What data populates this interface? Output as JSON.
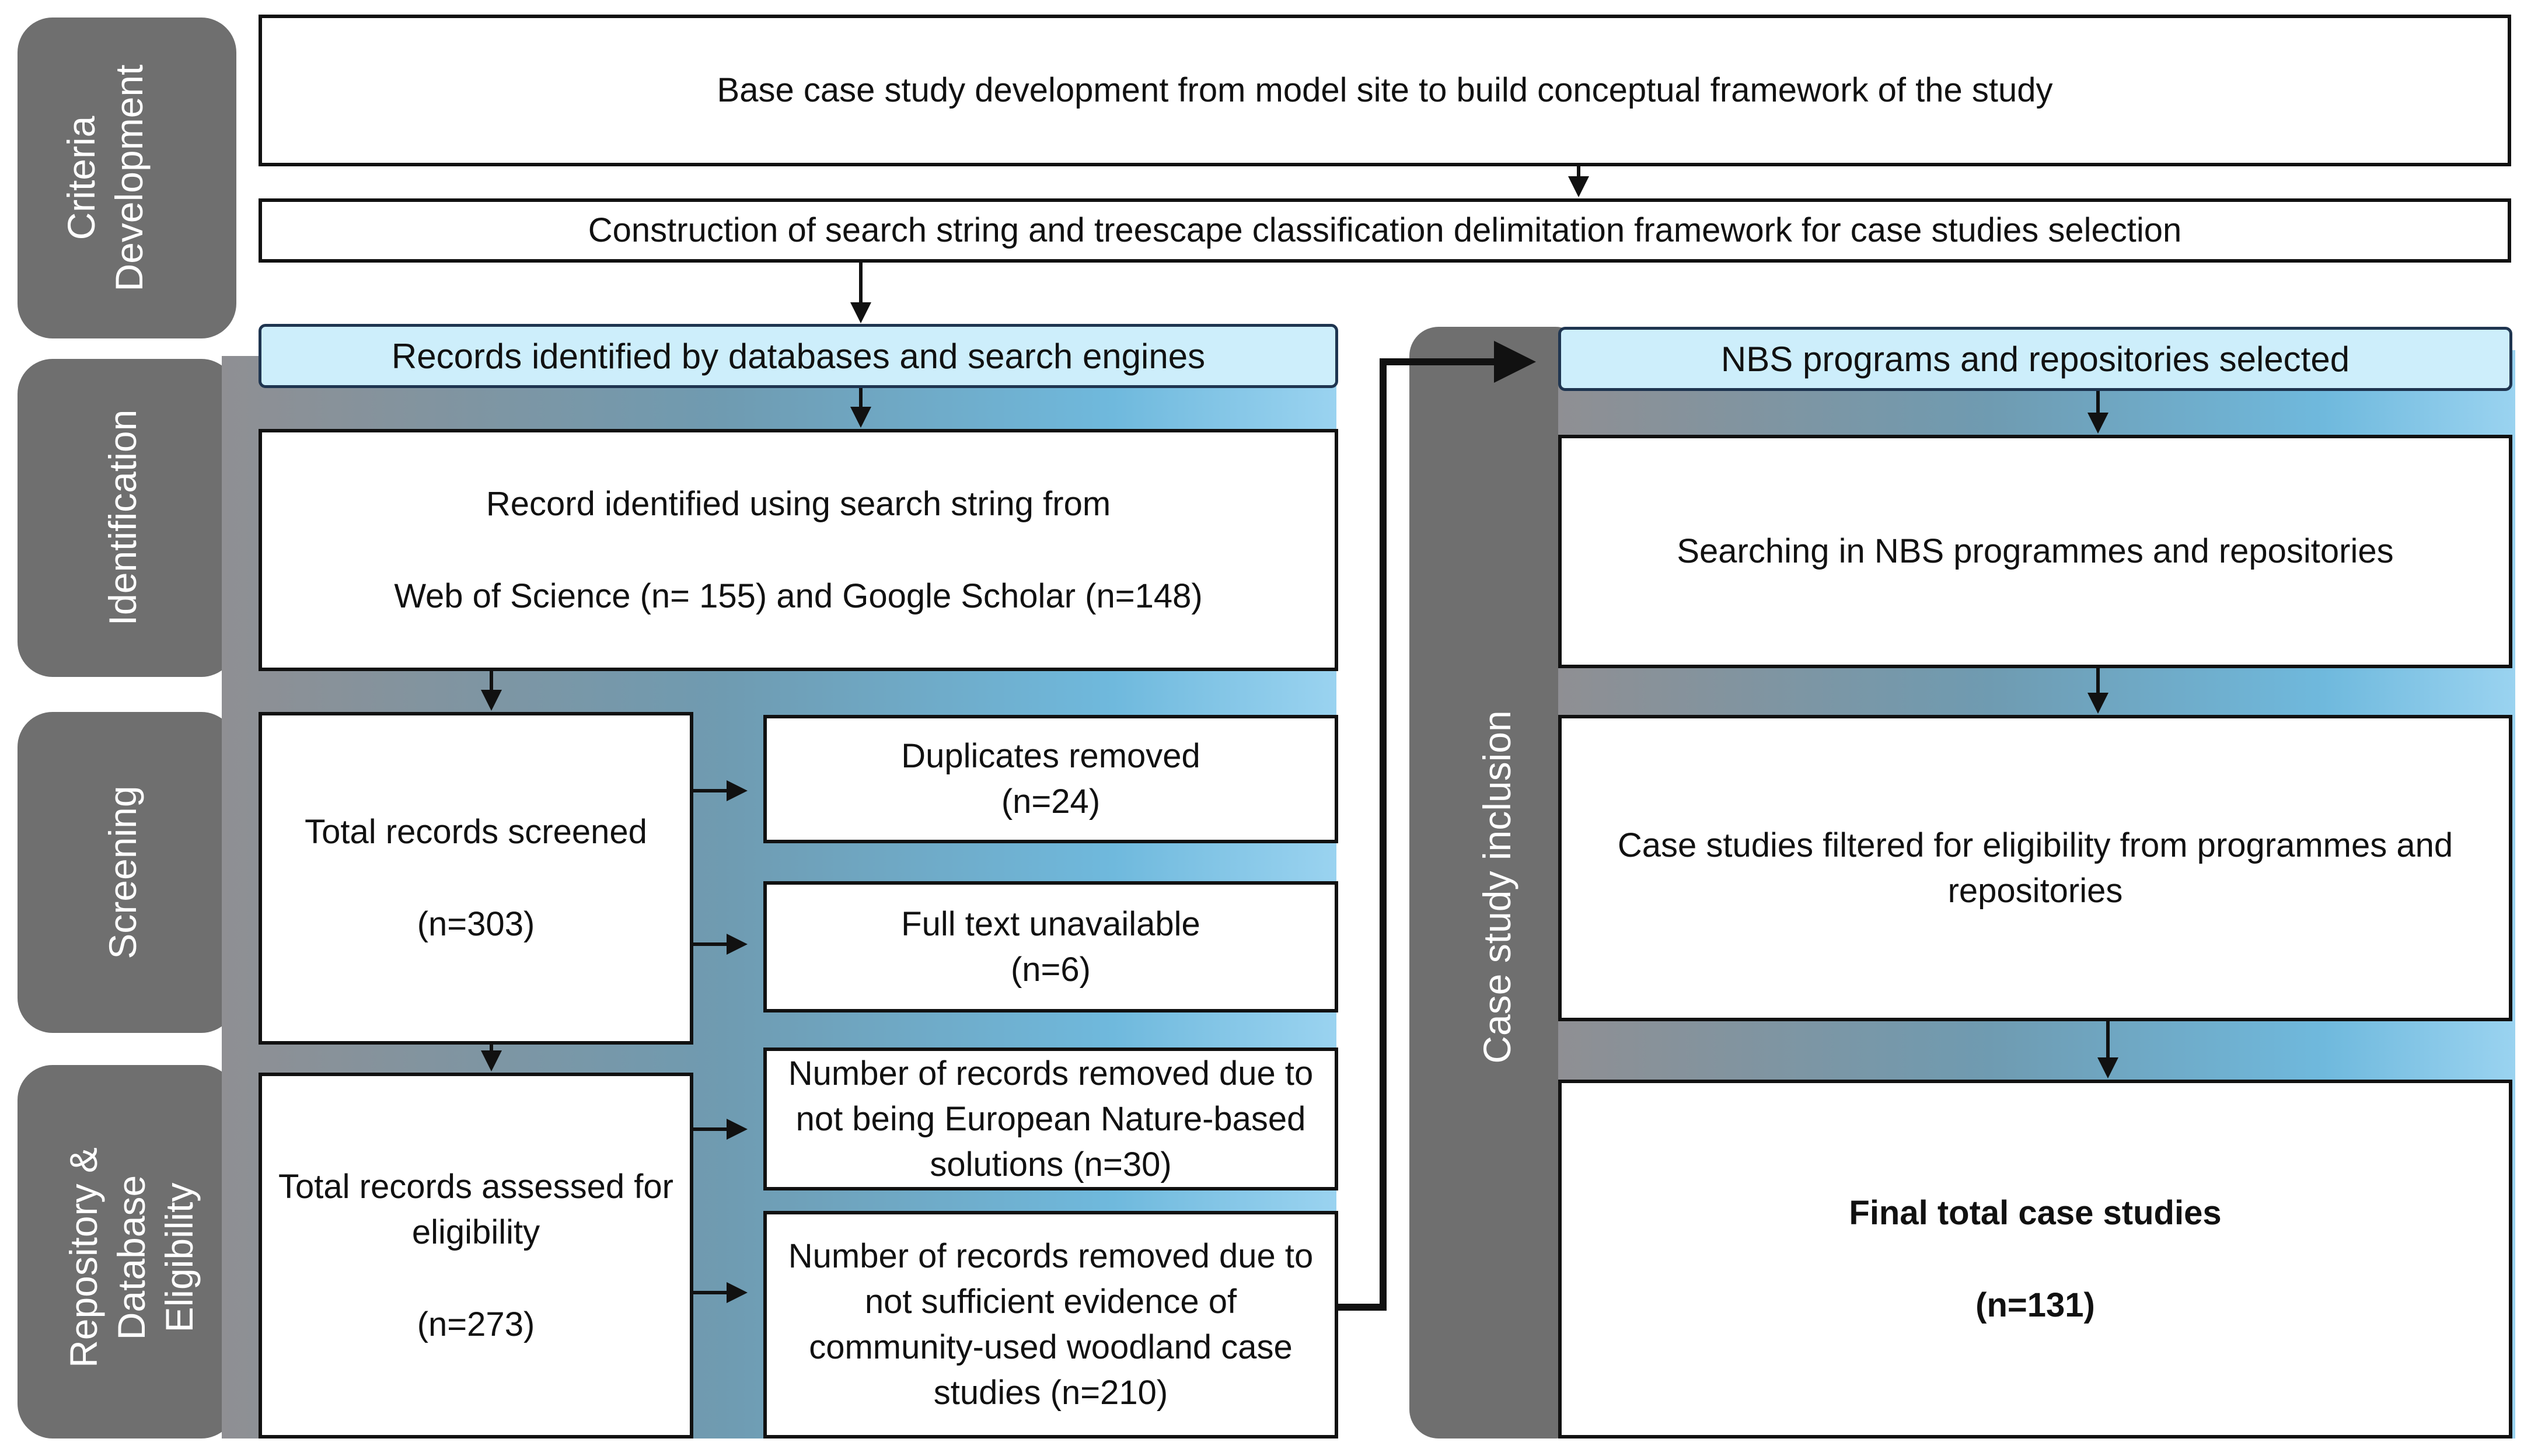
{
  "phases": {
    "criteria": "Criteria\nDevelopment",
    "identification": "Identification",
    "screening": "Screening",
    "eligibility": "Repository &\nDatabase\nEligibility",
    "inclusion": "Case study inclusion"
  },
  "criteria": {
    "base_case": "Base case study development from model site to build conceptual framework of the study",
    "search_string": "Construction of search string and treescape classification delimitation framework for case studies selection"
  },
  "identification": {
    "header": "Records identified by databases and search engines",
    "line1": "Record identified using search string from",
    "line2": "Web of Science (n= 155) and Google Scholar (n=148)"
  },
  "screening": {
    "total_label": "Total records screened",
    "total_count": "(n=303)",
    "duplicates_label": "Duplicates removed",
    "duplicates_count": "(n=24)",
    "fulltext_label": "Full text unavailable",
    "fulltext_count": "(n=6)"
  },
  "eligibility": {
    "assessed_label": "Total records assessed for eligibility",
    "assessed_count": "(n=273)",
    "removed_european": "Number of records removed due to not being European Nature-based solutions (n=30)",
    "removed_evidence": "Number of records removed due to not sufficient evidence of community-used woodland case studies (n=210)"
  },
  "inclusion": {
    "header": "NBS programs and repositories selected",
    "searching": "Searching in NBS programmes and repositories",
    "filtered": "Case studies filtered for eligibility from programmes and repositories",
    "final_label": "Final total case studies",
    "final_count": "(n=131)"
  }
}
